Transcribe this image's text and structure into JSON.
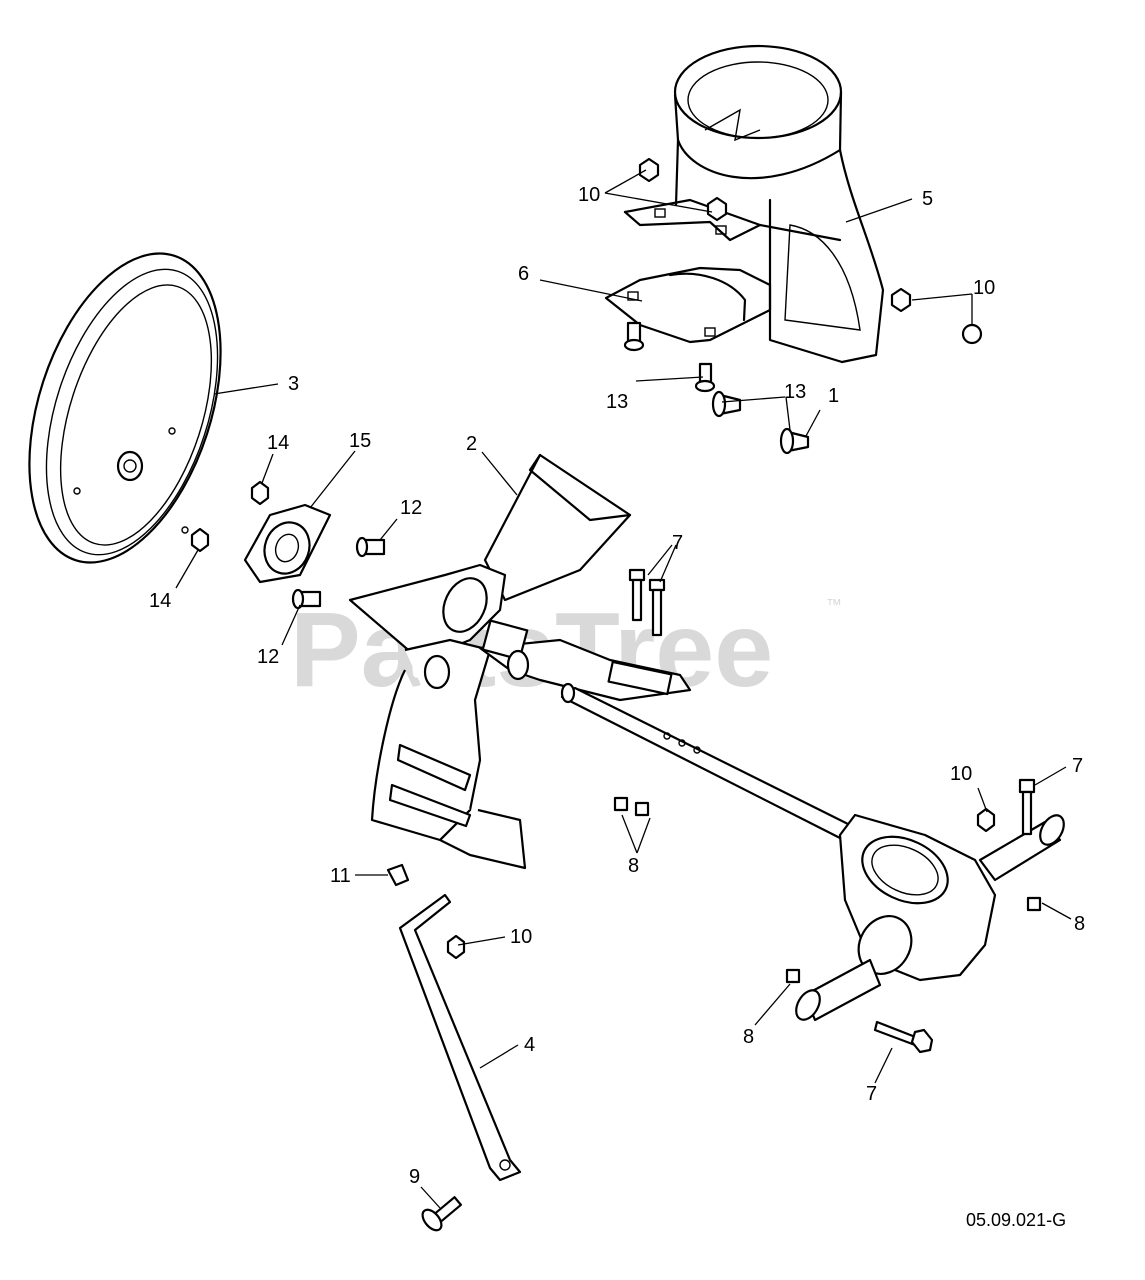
{
  "watermark": {
    "text": "PartsTree",
    "trademark": "™"
  },
  "drawing_code": "05.09.021-G",
  "callouts": {
    "c1": "1",
    "c2": "2",
    "c3": "3",
    "c4": "4",
    "c5": "5",
    "c6": "6",
    "c7a": "7",
    "c7b": "7",
    "c7c": "7",
    "c8a": "8",
    "c8b": "8",
    "c8c": "8",
    "c9": "9",
    "c10a": "10",
    "c10b": "10",
    "c10c": "10",
    "c10d": "10",
    "c11": "11",
    "c12a": "12",
    "c12b": "12",
    "c13a": "13",
    "c13b": "13",
    "c14a": "14",
    "c14b": "14",
    "c15": "15"
  }
}
